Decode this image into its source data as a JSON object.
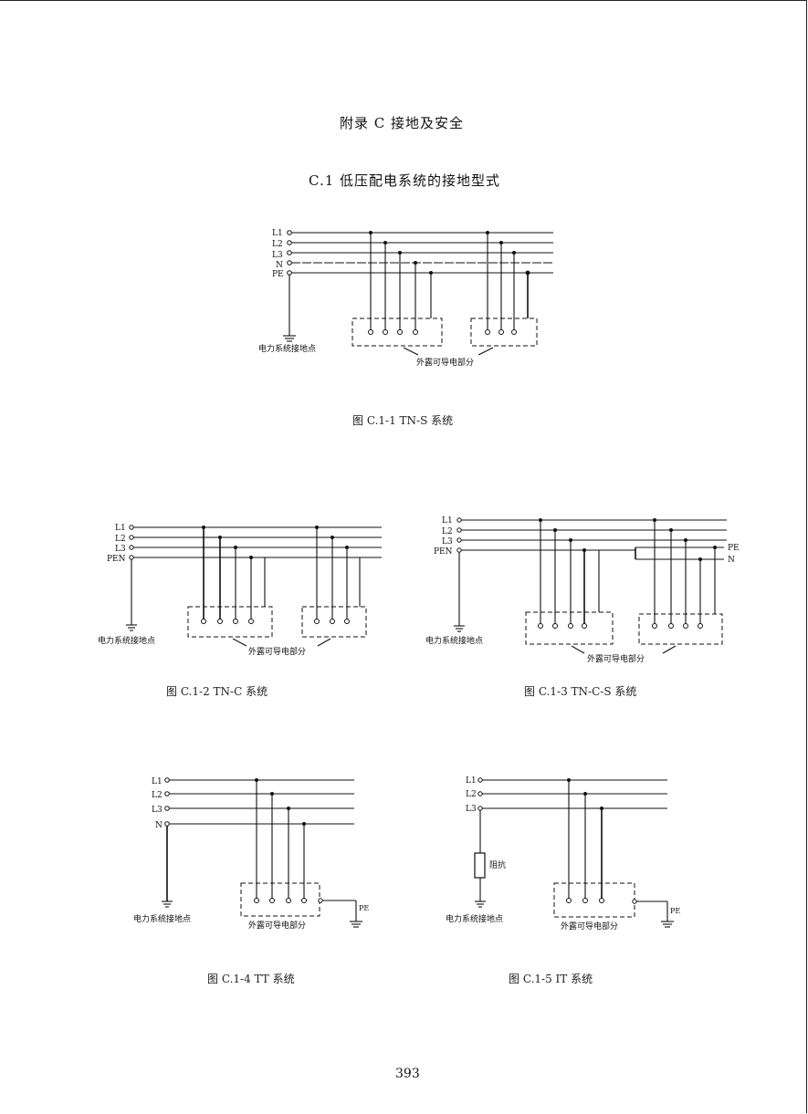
{
  "page": {
    "appendix_title": "附录 C    接地及安全",
    "section_title": "C.1   低压配电系统的接地型式",
    "page_number": "393"
  },
  "figures": {
    "fig1": {
      "caption": "图 C.1-1   TN-S 系统",
      "line_labels": [
        "L1",
        "L2",
        "L3",
        "N",
        "PE"
      ],
      "ground_label": "电力系统接地点",
      "parts_label": "外露可导电部分"
    },
    "fig2": {
      "caption": "图 C.1-2   TN-C 系统",
      "line_labels": [
        "L1",
        "L2",
        "L3",
        "PEN"
      ],
      "ground_label": "电力系统接地点",
      "parts_label": "外露可导电部分"
    },
    "fig3": {
      "caption": "图 C.1-3   TN-C-S 系统",
      "line_labels": [
        "L1",
        "L2",
        "L3",
        "PEN"
      ],
      "right_labels": [
        "PE",
        "N"
      ],
      "ground_label": "电力系统接地点",
      "parts_label": "外露可导电部分"
    },
    "fig4": {
      "caption": "图 C.1-4   TT 系统",
      "line_labels": [
        "L1",
        "L2",
        "L3",
        "N"
      ],
      "pe_label": "PE",
      "ground_label": "电力系统接地点",
      "parts_label": "外露可导电部分"
    },
    "fig5": {
      "caption": "图 C.1-5   IT 系统",
      "line_labels": [
        "L1",
        "L2",
        "L3"
      ],
      "impedance_label": "阻抗",
      "pe_label": "PE",
      "ground_label": "电力系统接地点",
      "parts_label": "外露可导电部分"
    }
  }
}
